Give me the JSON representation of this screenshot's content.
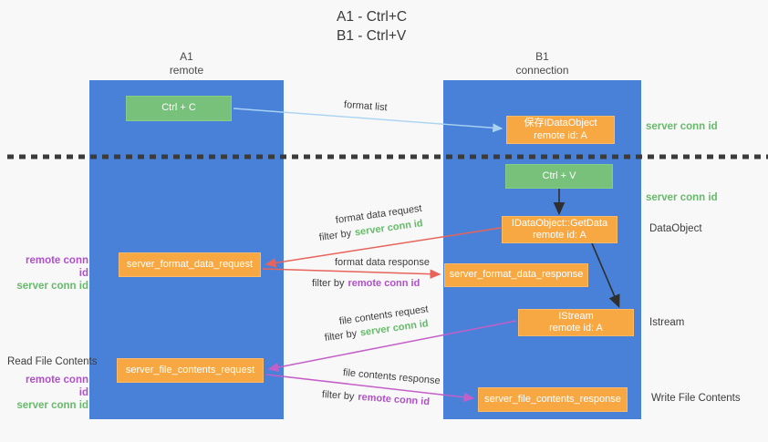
{
  "title": {
    "line1": "A1 - Ctrl+C",
    "line2": "B1 - Ctrl+V"
  },
  "lane_a": {
    "title": "A1",
    "subtitle": "remote"
  },
  "lane_b": {
    "title": "B1",
    "subtitle": "connection"
  },
  "boxes": {
    "ctrl_c": "Ctrl + C",
    "ctrl_v": "Ctrl + V",
    "save_dataobject_l1": "保存IDataObject",
    "save_dataobject_l2": "remote id: A",
    "getdata_l1": "IDataObject::GetData",
    "getdata_l2": "remote id: A",
    "istream_l1": "IStream",
    "istream_l2": "remote id: A",
    "server_format_data_request": "server_format_data_request",
    "server_format_data_response": "server_format_data_response",
    "server_file_contents_request": "server_file_contents_request",
    "server_file_contents_response": "server_file_contents_response"
  },
  "labels": {
    "format_list": "format list",
    "format_data_request": "format data request",
    "format_data_response": "format data response",
    "file_contents_request": "file contents request",
    "file_contents_response": "file contents response",
    "filter_by": "filter by",
    "server_conn_id": "server conn id",
    "remote_conn_id": "remote conn id",
    "read_file_contents": "Read File Contents",
    "write_file_contents": "Write File Contents",
    "dataobject": "DataObject",
    "istream": "Istream"
  },
  "colors": {
    "lane_blue": "#4a81d8",
    "box_orange": "#f7a843",
    "box_green": "#77c17a",
    "arrow_light_blue": "#a9d3f2",
    "arrow_red": "#e8635a",
    "arrow_magenta": "#c45ec8",
    "arrow_black": "#2f2f2f",
    "green_text": "#66bb6a",
    "purple_text": "#b050c8",
    "background": "#f8f8f8"
  }
}
